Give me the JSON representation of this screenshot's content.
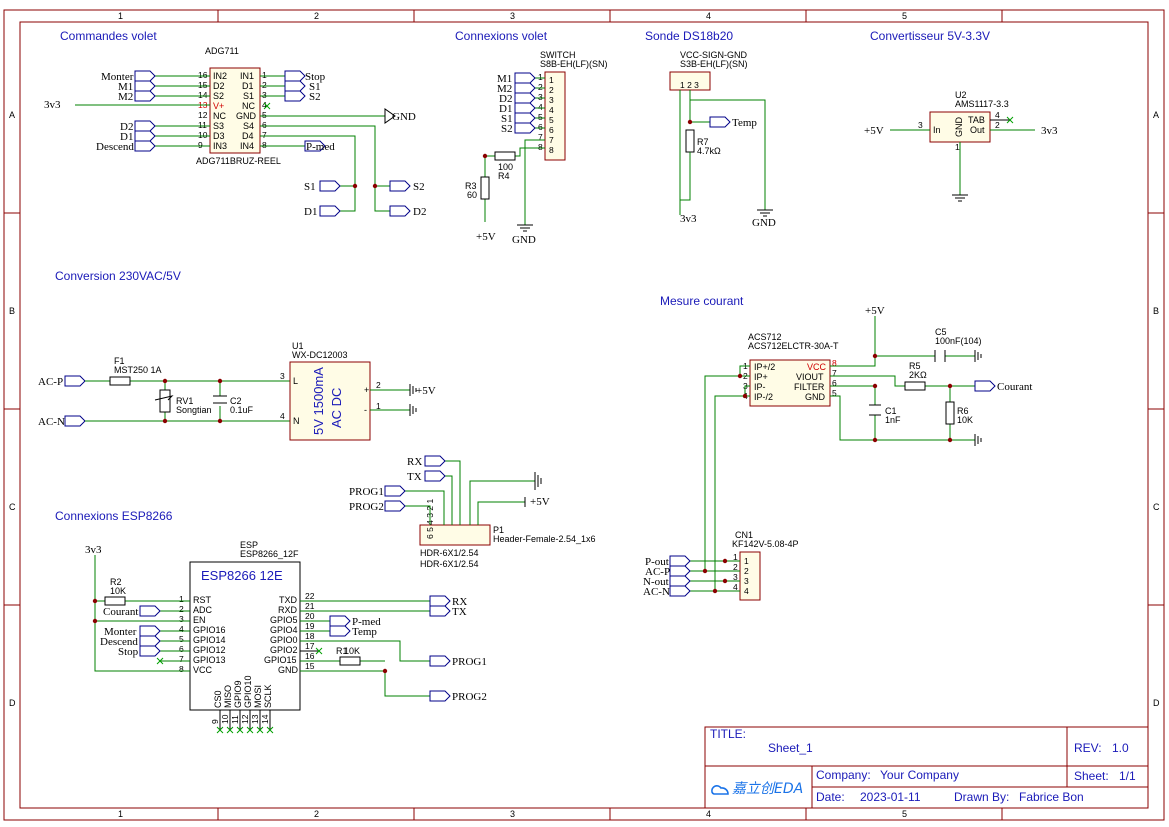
{
  "sections": {
    "commandes": "Commandes volet",
    "connexions_volet": "Connexions volet",
    "sonde": "Sonde DS18b20",
    "convertisseur": "Convertisseur 5V-3.3V",
    "conversion": "Conversion 230VAC/5V",
    "mesure": "Mesure courant",
    "esp": "Connexions ESP8266"
  },
  "frame": {
    "cols": [
      "1",
      "2",
      "3",
      "4",
      "5"
    ],
    "rows": [
      "A",
      "B",
      "C",
      "D"
    ]
  },
  "adg711": {
    "name": "ADG711",
    "part": "ADG711BRUZ-REEL",
    "left_pins": [
      [
        "16",
        "IN2"
      ],
      [
        "15",
        "D2"
      ],
      [
        "14",
        "S2"
      ],
      [
        "13",
        "V+"
      ],
      [
        "12",
        "NC"
      ],
      [
        "11",
        "S3"
      ],
      [
        "10",
        "D3"
      ],
      [
        "9",
        "IN3"
      ]
    ],
    "right_pins": [
      [
        "1",
        "IN1"
      ],
      [
        "2",
        "D1"
      ],
      [
        "3",
        "S1"
      ],
      [
        "4",
        "NC"
      ],
      [
        "5",
        "GND"
      ],
      [
        "6",
        "S4"
      ],
      [
        "7",
        "D4"
      ],
      [
        "8",
        "IN4"
      ]
    ],
    "left_nets": [
      "Monter",
      "M1",
      "M2",
      "3v3",
      "D2",
      "D1",
      "Descend"
    ],
    "right_nets": [
      "Stop",
      "S1",
      "S2",
      "GND",
      "P-med"
    ],
    "bottom_nets": [
      "S1",
      "S2",
      "D1",
      "D2"
    ]
  },
  "switch": {
    "name": "SWITCH",
    "part": "S8B-EH(LF)(SN)",
    "nets": [
      "M1",
      "M2",
      "D2",
      "D1",
      "S1",
      "S2"
    ],
    "pins": [
      "1",
      "2",
      "3",
      "4",
      "5",
      "6",
      "7",
      "8"
    ],
    "r4": {
      "ref": "R4",
      "val": "100"
    },
    "r3": {
      "ref": "R3",
      "val": "60"
    },
    "pwr": "+5V",
    "gnd": "GND"
  },
  "sonde": {
    "name": "VCC-SIGN-GND",
    "part": "S3B-EH(LF)(SN)",
    "pins": "1 2 3",
    "r7": {
      "ref": "R7",
      "val": "4.7kΩ"
    },
    "net": "Temp",
    "vcc": "3v3",
    "gnd": "GND"
  },
  "u2": {
    "ref": "U2",
    "part": "AMS1117-3.3",
    "in_label": "In",
    "out_label": "Out",
    "gnd_label": "GND",
    "tab_label": "TAB",
    "pins": {
      "in": "3",
      "out": "2",
      "gnd": "1",
      "tab": "4"
    },
    "vin": "+5V",
    "vout": "3v3"
  },
  "conv": {
    "f1": {
      "ref": "F1",
      "val": "MST250 1A"
    },
    "rv1": {
      "ref": "RV1",
      "val": "Songtian"
    },
    "c2": {
      "ref": "C2",
      "val": "0.1uF"
    },
    "u1": {
      "ref": "U1",
      "part": "WX-DC12003",
      "line1": "5V 1500mA",
      "line2": "AC DC"
    },
    "pins": {
      "l": "L",
      "n": "N",
      "p3": "3",
      "p4": "4",
      "p2": "2",
      "p1": "1",
      "plus": "+",
      "minus": "-"
    },
    "nets": {
      "acp": "AC-P",
      "acn": "AC-N",
      "out": "+5V"
    }
  },
  "acs": {
    "name": "ACS712",
    "part": "ACS712ELCTR-30A-T",
    "left_pins": [
      [
        "1",
        "IP+/2"
      ],
      [
        "2",
        "IP+"
      ],
      [
        "3",
        "IP-"
      ],
      [
        "4",
        "IP-/2"
      ]
    ],
    "right_pins": [
      [
        "8",
        "VCC"
      ],
      [
        "7",
        "VIOUT"
      ],
      [
        "6",
        "FILTER"
      ],
      [
        "5",
        "GND"
      ]
    ],
    "c5": {
      "ref": "C5",
      "val": "100nF(104)"
    },
    "r5": {
      "ref": "R5",
      "val": "2KΩ"
    },
    "c1": {
      "ref": "C1",
      "val": "1nF"
    },
    "r6": {
      "ref": "R6",
      "val": "10K"
    },
    "pwr": "+5V",
    "net": "Courant"
  },
  "cn1": {
    "ref": "CN1",
    "part": "KF142V-5.08-4P",
    "pins": [
      "1",
      "2",
      "3",
      "4"
    ],
    "nets": [
      "P-out",
      "AC-P",
      "N-out",
      "AC-N"
    ]
  },
  "p1": {
    "ref": "P1",
    "part": "Header-Female-2.54_1x6",
    "pins": "6 5 4 3 2 1",
    "fp1": "HDR-6X1/2.54",
    "fp2": "HDR-6X1/2.54",
    "nets": {
      "rx": "RX",
      "tx": "TX",
      "prog1": "PROG1",
      "prog2": "PROG2",
      "pwr": "+5V"
    }
  },
  "esp": {
    "ref": "ESP",
    "part": "ESP8266_12F",
    "title": "ESP8266 12E",
    "left_pins": [
      [
        "1",
        "RST"
      ],
      [
        "2",
        "ADC"
      ],
      [
        "3",
        "EN"
      ],
      [
        "4",
        "GPIO16"
      ],
      [
        "5",
        "GPIO14"
      ],
      [
        "6",
        "GPIO12"
      ],
      [
        "7",
        "GPIO13"
      ],
      [
        "8",
        "VCC"
      ]
    ],
    "right_pins": [
      [
        "22",
        "TXD"
      ],
      [
        "21",
        "RXD"
      ],
      [
        "20",
        "GPIO5"
      ],
      [
        "19",
        "GPIO4"
      ],
      [
        "18",
        "GPIO0"
      ],
      [
        "17",
        "GPIO2"
      ],
      [
        "16",
        "GPIO15"
      ],
      [
        "15",
        "GND"
      ]
    ],
    "bottom_pins": [
      [
        "9",
        "CS0"
      ],
      [
        "10",
        "MISO"
      ],
      [
        "11",
        "GPIO9"
      ],
      [
        "12",
        "GPIO10"
      ],
      [
        "13",
        "MOSI"
      ],
      [
        "14",
        "SCLK"
      ]
    ],
    "r2": {
      "ref": "R2",
      "val": "10K"
    },
    "r1": {
      "ref": "R1",
      "val": "10K"
    },
    "vcc": "3v3",
    "left_nets": [
      "Courant",
      "Monter",
      "Descend",
      "Stop"
    ],
    "right_nets": [
      "RX",
      "TX",
      "P-med",
      "Temp",
      "PROG1",
      "PROG2"
    ]
  },
  "titleblock": {
    "title_label": "TITLE:",
    "title": "Sheet_1",
    "rev_label": "REV:",
    "rev": "1.0",
    "company_label": "Company:",
    "company": "Your Company",
    "sheet_label": "Sheet:",
    "sheet": "1/1",
    "date_label": "Date:",
    "date": "2023-01-11",
    "drawn_label": "Drawn By:",
    "drawn": "Fabrice Bon",
    "logo": "嘉立创EDA"
  }
}
